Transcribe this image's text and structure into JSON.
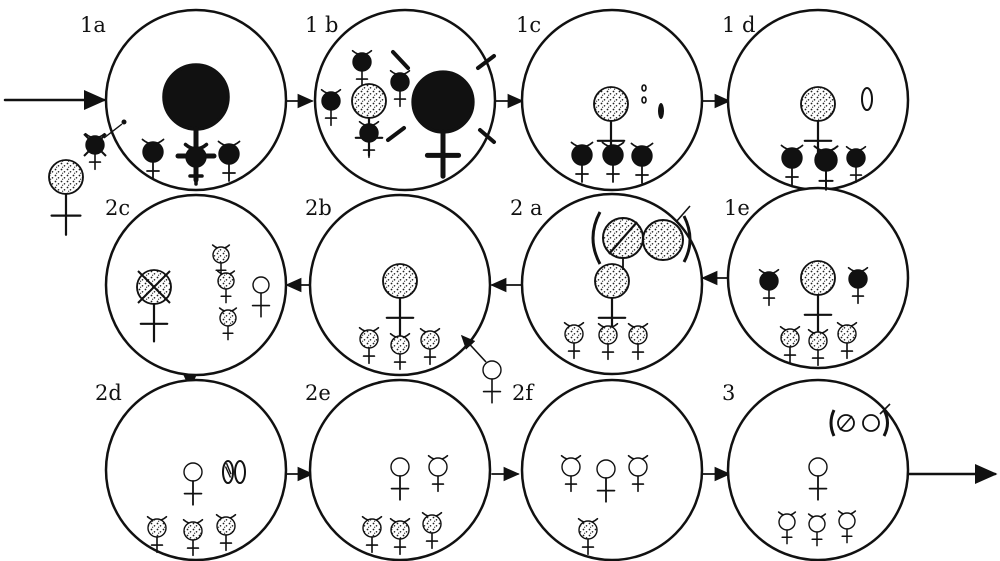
{
  "diagram": {
    "panels": [
      {
        "id": "1a",
        "label": "1a"
      },
      {
        "id": "1b",
        "label": "1 b"
      },
      {
        "id": "1c",
        "label": "1c"
      },
      {
        "id": "1d",
        "label": "1 d"
      },
      {
        "id": "1e",
        "label": "1e"
      },
      {
        "id": "2a",
        "label": "2 a"
      },
      {
        "id": "2b",
        "label": "2b"
      },
      {
        "id": "2c",
        "label": "2c"
      },
      {
        "id": "2d",
        "label": "2d"
      },
      {
        "id": "2e",
        "label": "2e"
      },
      {
        "id": "2f",
        "label": "2f"
      },
      {
        "id": "3",
        "label": "3"
      }
    ],
    "colors": {
      "ink": "#111111",
      "background": "#ffffff",
      "stipple": "#222222"
    },
    "symbols": [
      "female-symbol",
      "crowned-female-symbol",
      "queen-symbol",
      "egg-icon",
      "pupa-icon",
      "removed-female-symbol"
    ]
  }
}
